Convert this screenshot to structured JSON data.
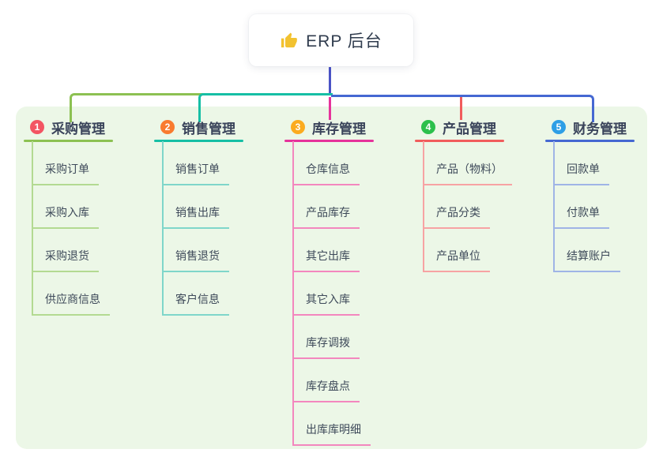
{
  "root": {
    "title": "ERP 后台",
    "icon": "thumbs-up-icon",
    "icon_color": "#f2c230",
    "stem_color": "#4a53c6"
  },
  "panel": {
    "background": "#ecf7e7"
  },
  "branches": [
    {
      "badge": "1",
      "badge_color": "#f35563",
      "label": "采购管理",
      "line_color": "#8cc152",
      "child_line_color": "#b3da92",
      "children": [
        "采购订单",
        "采购入库",
        "采购退货",
        "供应商信息"
      ]
    },
    {
      "badge": "2",
      "badge_color": "#f97b2f",
      "label": "销售管理",
      "line_color": "#16bfa5",
      "child_line_color": "#7fd6ca",
      "children": [
        "销售订单",
        "销售出库",
        "销售退货",
        "客户信息"
      ]
    },
    {
      "badge": "3",
      "badge_color": "#fbab1f",
      "label": "库存管理",
      "line_color": "#e6339b",
      "child_line_color": "#f387be",
      "children": [
        "仓库信息",
        "产品库存",
        "其它出库",
        "其它入库",
        "库存调拨",
        "库存盘点",
        "出库库明细"
      ]
    },
    {
      "badge": "4",
      "badge_color": "#2cc04c",
      "label": "产品管理",
      "line_color": "#f15c5c",
      "child_line_color": "#f7a3a3",
      "children": [
        "产品（物料）",
        "产品分类",
        "产品单位"
      ]
    },
    {
      "badge": "5",
      "badge_color": "#2e9fe6",
      "label": "财务管理",
      "line_color": "#4568d2",
      "child_line_color": "#9fb4e6",
      "children": [
        "回款单",
        "付款单",
        "结算账户"
      ]
    }
  ]
}
